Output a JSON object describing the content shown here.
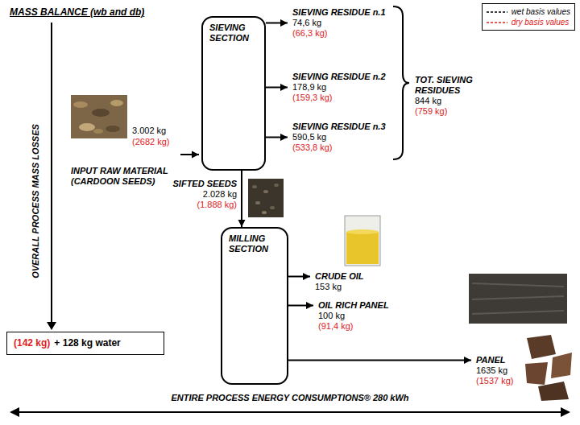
{
  "diagram": {
    "title": "MASS BALANCE (wb and db)",
    "nodes": [
      {
        "text": [
          "3.002 kg",
          "(2682 kg)",
          "INPUT RAW MATERIAL (CARDOON SEEDS)"
        ]
      },
      {
        "text": [
          "SIEVING SECTION"
        ]
      },
      {
        "text": [
          "SIEVING RESIDUE n.1",
          "74,6 kg",
          "(66,3 kg)"
        ]
      },
      {
        "text": [
          "SIEVING RESIDUE n.2",
          "178,9 kg",
          "(159,3 kg)"
        ]
      },
      {
        "text": [
          "SIEVING RESIDUE n.3",
          "590,5 kg",
          "(533,8 kg)"
        ]
      },
      {
        "text": [
          "TOT. SIEVING RESIDUES",
          "844 kg",
          "(759 kg)"
        ]
      },
      {
        "text": [
          "MILLING SECTION"
        ]
      },
      {
        "text": [
          "CRUDE OIL",
          "153 kg"
        ]
      },
      {
        "text": [
          "OIL RICH PANEL",
          "100 kg",
          "(91,4 kg)"
        ]
      },
      {
        "text": [
          "PANEL",
          "1635 kg",
          "(1537 kg)"
        ]
      },
      {
        "text": [
          "(142 kg)",
          "+ 128 kg water"
        ]
      }
    ],
    "edges": [
      {
        "from": 0,
        "to": 1,
        "arrow": "to"
      },
      {
        "from": 1,
        "to": 2,
        "arrow": "to"
      },
      {
        "from": 1,
        "to": 3,
        "arrow": "to"
      },
      {
        "from": 1,
        "to": 4,
        "arrow": "to"
      },
      {
        "from": 1,
        "to": 6,
        "arrow": "to"
      },
      {
        "from": 6,
        "to": 7,
        "arrow": "to"
      },
      {
        "from": 6,
        "to": 8,
        "arrow": "to"
      },
      {
        "from": 6,
        "to": 9,
        "arrow": "to"
      }
    ],
    "labels": [
      "OVERALL PROCESS MASS LOSSES",
      "SIFTED SEEDS",
      "2.028 kg",
      "(1.888 kg)",
      "ENTIRE PROCESS ENERGY CONSUMPTIONS® 280 kWh"
    ],
    "legend": [
      {
        "text": "wet basis values"
      },
      {
        "text": "dry basis values"
      }
    ]
  }
}
